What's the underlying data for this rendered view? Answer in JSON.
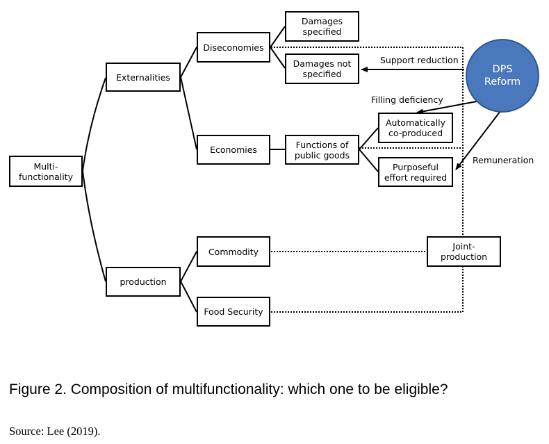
{
  "nodes": {
    "multifunctionality": "Multi-\nfunctionality",
    "externalities": "Externalities",
    "production": "production",
    "diseconomies": "Diseconomies",
    "economies": "Economies",
    "commodity": "Commodity",
    "food_security": "Food Security",
    "damages_specified": "Damages\nspecified",
    "damages_not_specified": "Damages not\nspecified",
    "functions_public_goods": "Functions of\npublic goods",
    "automatically_coproduced": "Automatically\nco-produced",
    "purposeful_effort": "Purposeful\neffort required",
    "joint_production": "Joint-\nproduction",
    "dps_reform": "DPS\nReform"
  },
  "edge_labels": {
    "support_reduction": "Support reduction",
    "filling_deficiency": "Filling deficiency",
    "remuneration": "Remuneration"
  },
  "caption": "Figure 2. Composition of multifunctionality: which one to be eligible?",
  "source": "Source: Lee (2019).",
  "colors": {
    "circle_fill": "#4a78bd",
    "circle_stroke": "#2f568f",
    "line": "#000000"
  }
}
